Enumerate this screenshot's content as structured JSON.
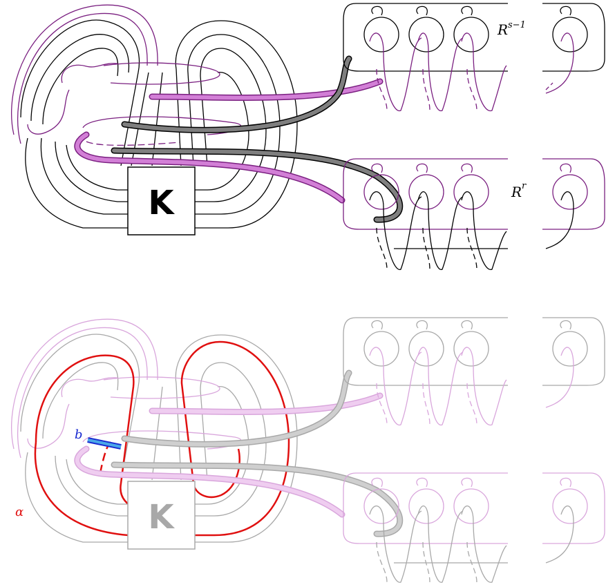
{
  "labels": {
    "top_upper_ribbon": "R",
    "top_upper_ribbon_exp": "s−1",
    "top_lower_ribbon": "R",
    "top_lower_ribbon_exp": "r",
    "box_glyph": "K",
    "arc_b": "b",
    "curve_alpha": "α"
  },
  "colors": {
    "knot": "#000000",
    "purple": "#7a1f80",
    "pink_band": "#d27fd6",
    "grey_band": "#7f7f7f",
    "faded_grey": "#a8a8a8",
    "faded_purple": "#d9a6dc",
    "faded_pink_band": "#efcdf0",
    "faded_grey_band": "#cfcfcf",
    "alpha_red": "#e01010",
    "arc_blue": "#1a2bd1",
    "arc_blue_fill": "#4aa8e8"
  },
  "panels": [
    {
      "id": "panel-top",
      "style": "full"
    },
    {
      "id": "panel-bottom",
      "style": "faded"
    }
  ]
}
